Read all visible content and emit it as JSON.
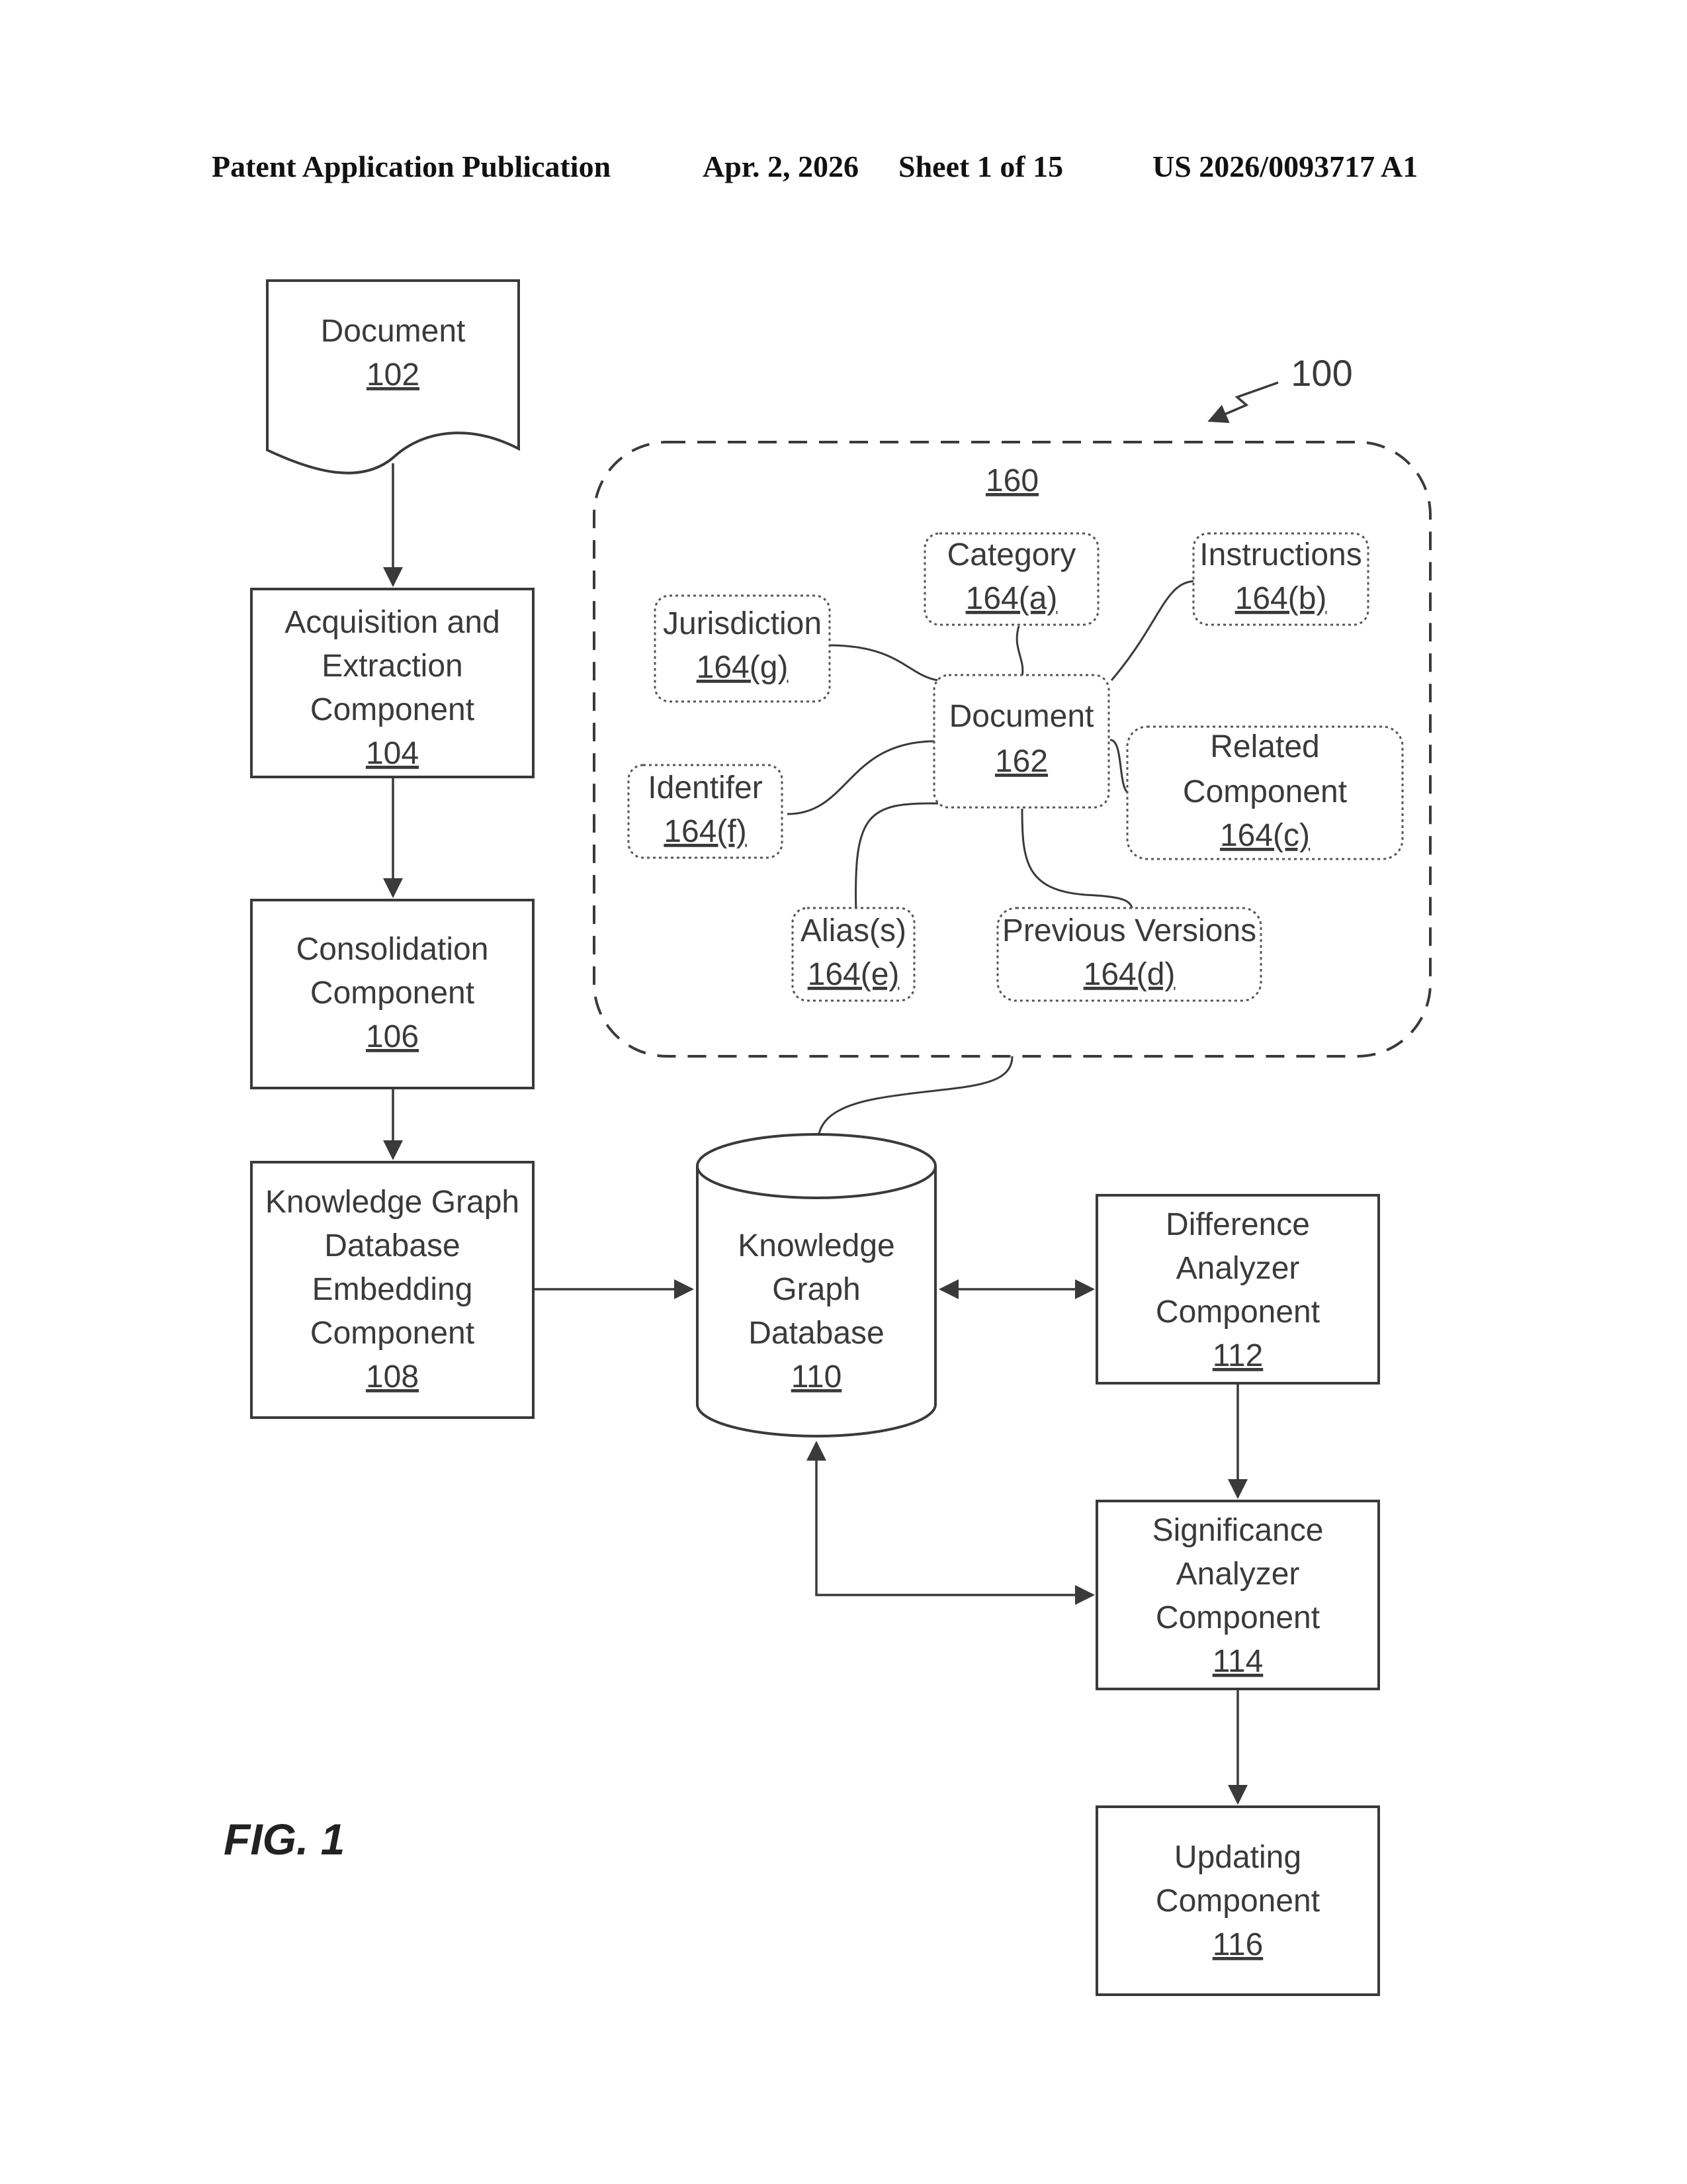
{
  "header": {
    "publication": "Patent Application Publication",
    "date": "Apr. 2, 2026",
    "sheet": "Sheet 1 of 15",
    "number": "US 2026/0093717 A1"
  },
  "system_ref": "100",
  "graph_ref": "160",
  "blocks": {
    "document": {
      "lines": [
        "Document"
      ],
      "ref": "102"
    },
    "acquisition": {
      "lines": [
        "Acquisition and",
        "Extraction",
        "Component"
      ],
      "ref": "104"
    },
    "consolidation": {
      "lines": [
        "Consolidation",
        "Component"
      ],
      "ref": "106"
    },
    "embedding": {
      "lines": [
        "Knowledge Graph",
        "Database",
        "Embedding",
        "Component"
      ],
      "ref": "108"
    },
    "database": {
      "lines": [
        "Knowledge",
        "Graph",
        "Database"
      ],
      "ref": "110"
    },
    "difference": {
      "lines": [
        "Difference",
        "Analyzer",
        "Component"
      ],
      "ref": "112"
    },
    "significance": {
      "lines": [
        "Significance",
        "Analyzer",
        "Component"
      ],
      "ref": "114"
    },
    "updating": {
      "lines": [
        "Updating",
        "Component"
      ],
      "ref": "116"
    }
  },
  "graph_nodes": {
    "center": {
      "lines": [
        "Document"
      ],
      "ref": "162"
    },
    "category": {
      "lines": [
        "Category"
      ],
      "ref": "164(a)"
    },
    "instructions": {
      "lines": [
        "Instructions"
      ],
      "ref": "164(b)"
    },
    "related": {
      "lines": [
        "Related",
        "Component"
      ],
      "ref": "164(c)"
    },
    "previous": {
      "lines": [
        "Previous Versions"
      ],
      "ref": "164(d)"
    },
    "alias": {
      "lines": [
        "Alias(s)"
      ],
      "ref": "164(e)"
    },
    "identifier": {
      "lines": [
        "Identifer"
      ],
      "ref": "164(f)"
    },
    "jurisdiction": {
      "lines": [
        "Jurisdiction"
      ],
      "ref": "164(g)"
    }
  },
  "figure_label": "FIG. 1"
}
